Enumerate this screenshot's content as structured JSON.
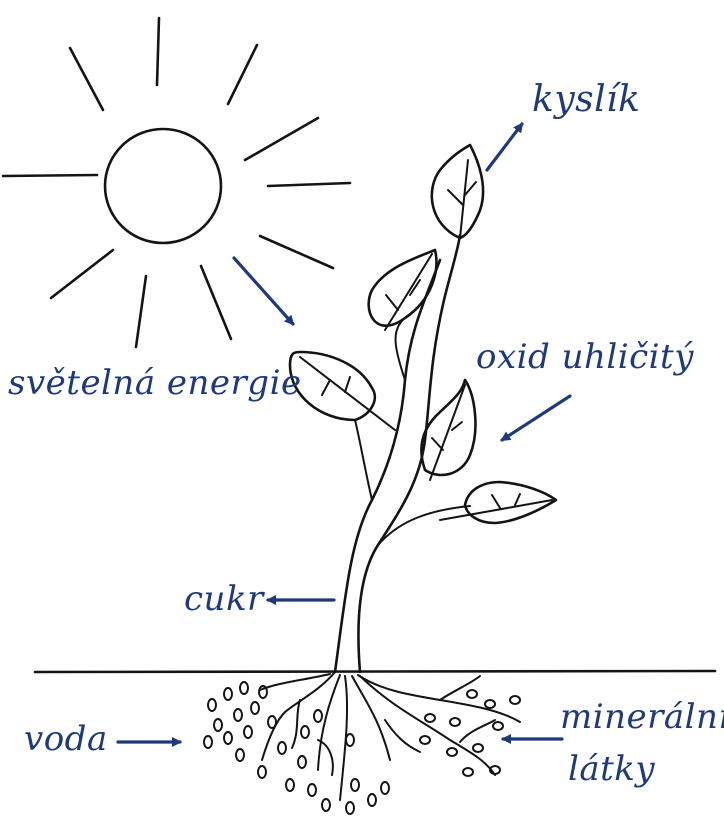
{
  "labels": {
    "light": "světelná energie",
    "oxygen": "kyslík",
    "co2": "oxid uhličitý",
    "sugar": "cukr",
    "water": "voda",
    "minerals_line1": "minerální",
    "minerals_line2": "látky"
  },
  "colors": {
    "ink": "#141414",
    "label_blue": "#1f3a7a",
    "background": "#ffffff"
  }
}
